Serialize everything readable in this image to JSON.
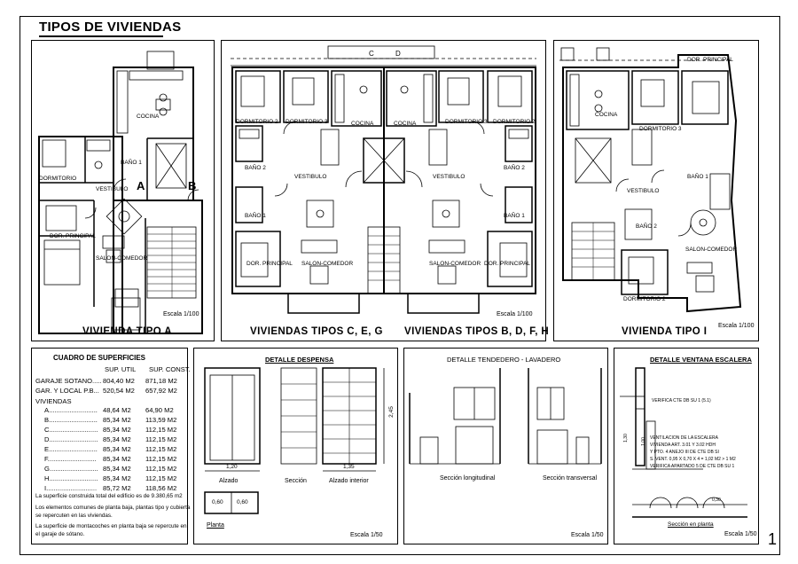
{
  "sheet_title": "TIPOS DE VIVIENDAS",
  "page_number": "1",
  "plans": {
    "tipo_a": {
      "title": "VIVIENDA TIPO A",
      "scale": "Escala 1/100",
      "rooms": [
        "COCINA",
        "BAÑO 1",
        "DORMITORIO",
        "VESTIBULO",
        "DOR. PRINCIPAL",
        "SALON-COMEDOR"
      ],
      "markers": [
        "A",
        "B"
      ]
    },
    "tipo_ceg_bdfh": {
      "title_left": "VIVIENDAS  TIPOS  C, E, G",
      "title_right": "VIVIENDAS  TIPOS  B, D, F,  H",
      "scale": "Escala 1/100",
      "rooms": [
        "DORMITORIO 2",
        "DORMITORIO 3",
        "COCINA",
        "COCINA",
        "DORMITORIO 3",
        "DORMITORIO 2",
        "BAÑO 2",
        "VESTIBULO",
        "VESTIBULO",
        "BAÑO 2",
        "BAÑO 1",
        "BAÑO 1",
        "DOR. PRINCIPAL",
        "SALON-COMEDOR",
        "SALON-COMEDOR",
        "DOR. PRINCIPAL"
      ],
      "markers": [
        "C",
        "D"
      ]
    },
    "tipo_i": {
      "title": "VIVIENDA  TIPO  I",
      "scale": "Escala 1/100",
      "rooms": [
        "DOR. PRINCIPAL",
        "COCINA",
        "DORMITORIO 3",
        "BAÑO 1",
        "VESTIBULO",
        "BAÑO 2",
        "SALON-COMEDOR",
        "DORMITORIO 2"
      ]
    }
  },
  "cuadro": {
    "title": "CUADRO DE SUPERFICIES",
    "col_util": "SUP. UTIL",
    "col_const": "SUP. CONST.",
    "rows_top": [
      {
        "label": "GARAJE SOTANO.....",
        "util": "804,40 M2",
        "const": "871,18 M2"
      },
      {
        "label": "GAR. Y LOCAL P.B...",
        "util": "520,54 M2",
        "const": "657,92 M2"
      }
    ],
    "viviendas_label": "VIVIENDAS",
    "rows": [
      {
        "label": "A..........................",
        "util": "48,64 M2",
        "const": "64,90 M2"
      },
      {
        "label": "B..........................",
        "util": "85,34 M2",
        "const": "113,59 M2"
      },
      {
        "label": "C..........................",
        "util": "85,34 M2",
        "const": "112,15 M2"
      },
      {
        "label": "D..........................",
        "util": "85,34 M2",
        "const": "112,15 M2"
      },
      {
        "label": "E..........................",
        "util": "85,34 M2",
        "const": "112,15 M2"
      },
      {
        "label": "F..........................",
        "util": "85,34 M2",
        "const": "112,15 M2"
      },
      {
        "label": "G..........................",
        "util": "85,34 M2",
        "const": "112,15 M2"
      },
      {
        "label": "H..........................",
        "util": "85,34 M2",
        "const": "112,15 M2"
      },
      {
        "label": "I...........................",
        "util": "85,72 M2",
        "const": "118,56 M2"
      }
    ],
    "notes": [
      "La superficie construida total del edificio es de 9.380,65 m2",
      "Los elementos comunes de planta baja, plantas tipo y cubierta",
      "se repercuten en las viviendas.",
      "La superficie de montacoches en planta baja se repercute en",
      "el garaje de sótano."
    ]
  },
  "despensa": {
    "title": "DETALLE DESPENSA",
    "labels": [
      "Alzado",
      "Sección",
      "Alzado interior",
      "Planta"
    ],
    "dims": [
      "1,20",
      "1,35",
      "2,45",
      "0,60",
      "0,60"
    ],
    "scale": "Escala 1/50"
  },
  "tendedero": {
    "title": "DETALLE TENDEDERO - LAVADERO",
    "labels": [
      "Sección longitudinal",
      "Sección transversal"
    ],
    "scale": "Escala 1/50"
  },
  "ventana": {
    "title": "DETALLE VENTANA ESCALERA",
    "verifica": "VERIFICA CTE DB SU 1 (5.1)",
    "notes": [
      "VENTILACION DE LA ESCALERA",
      "VIVIENDA ART. 3.01 Y 3.02 HDH",
      "Y PTO. 4 ANEJO III DE CTE DB SI",
      "S. VENT. 0,95 X 0,70 X 4 = 1,02 M2 > 1 M2",
      "VERIFICA APARTADO 5 DE CTE DB SU 1"
    ],
    "labels": [
      "Sección en planta"
    ],
    "dims": [
      "1,30",
      "1,00",
      "0,30"
    ],
    "scale": "Escala 1/50"
  }
}
